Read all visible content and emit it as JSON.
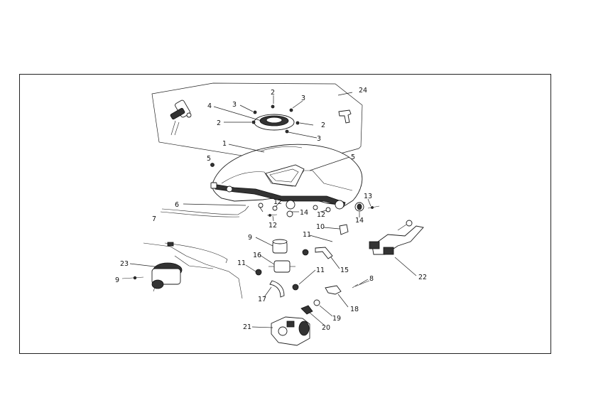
{
  "callouts": {
    "c1": "1",
    "c2a": "2",
    "c2b": "2",
    "c2c": "2",
    "c3a": "3",
    "c3b": "3",
    "c3c": "3",
    "c4": "4",
    "c5a": "5",
    "c5b": "5",
    "c6": "6",
    "c7": "7",
    "c8": "8",
    "c9a": "9",
    "c9b": "9",
    "c10": "10",
    "c11a": "11",
    "c11b": "11",
    "c11c": "11",
    "c12a": "12",
    "c12b": "12",
    "c12c": "12",
    "c13": "13",
    "c14a": "14",
    "c14b": "14",
    "c15": "15",
    "c16": "16",
    "c17": "17",
    "c18": "18",
    "c19": "19",
    "c20": "20",
    "c21": "21",
    "c22": "22",
    "c23": "23",
    "c24": "24"
  }
}
